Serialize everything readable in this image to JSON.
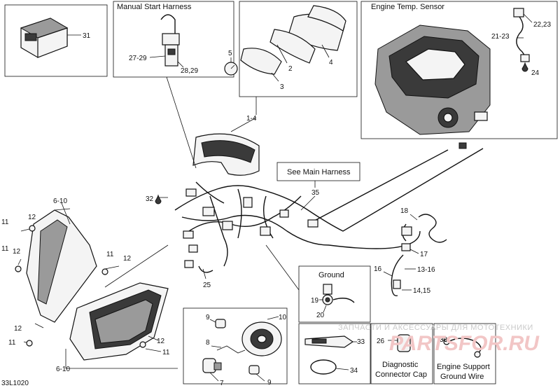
{
  "diagram_code": "33L1020",
  "panels": {
    "manual_start_harness": "Manual Start Harness",
    "engine_temp_sensor": "Engine Temp. Sensor",
    "see_main_harness": "See Main Harness",
    "ground": "Ground",
    "diagnostic_line1": "Diagnostic",
    "diagnostic_line2": "Connector Cap",
    "engine_support_line1": "Engine Support",
    "engine_support_line2": "Ground Wire"
  },
  "callouts": {
    "c31": "31",
    "c27_29": "27-29",
    "c28_29": "28,29",
    "c5": "5",
    "c2": "2",
    "c3": "3",
    "c4": "4",
    "c22_23": "22,23",
    "c21_23": "21-23",
    "c24": "24",
    "c1_4": "1-4",
    "c35": "35",
    "c32": "32",
    "c6_10_top": "6-10",
    "c11_a": "11",
    "c12_a": "12",
    "c11_b": "11",
    "c12_b": "12",
    "c11_c": "11",
    "c12_c": "12",
    "c12_d": "12",
    "c11_d": "11",
    "c12_e": "12",
    "c11_e": "11",
    "c6_10_bottom": "6-10",
    "c25": "25",
    "c18": "18",
    "c17": "17",
    "c16": "16",
    "c13_16": "13-16",
    "c14_15": "14,15",
    "c19": "19",
    "c20": "20",
    "c9_a": "9",
    "c10": "10",
    "c8": "8",
    "c7": "7",
    "c9_b": "9",
    "c33": "33",
    "c26": "26",
    "c30": "30",
    "c34": "34"
  },
  "watermark": {
    "text": "ЗАПЧАСТИ И АКСЕССУАРЫ ДЛЯ МОТОТЕХНИКИ",
    "brand": "PARTSFOR.RU"
  }
}
